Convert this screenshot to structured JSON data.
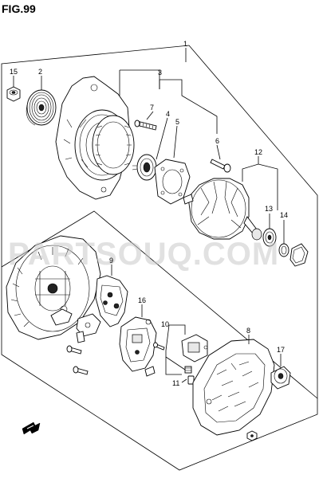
{
  "figure": {
    "title": "FIG.99",
    "watermark": "PARTSOUQ.COM"
  },
  "callouts": [
    {
      "id": "c1",
      "label": "1"
    },
    {
      "id": "c2",
      "label": "2"
    },
    {
      "id": "c3",
      "label": "3"
    },
    {
      "id": "c4",
      "label": "4"
    },
    {
      "id": "c5",
      "label": "5"
    },
    {
      "id": "c6",
      "label": "6"
    },
    {
      "id": "c7",
      "label": "7"
    },
    {
      "id": "c8",
      "label": "8"
    },
    {
      "id": "c9",
      "label": "9"
    },
    {
      "id": "c10",
      "label": "10"
    },
    {
      "id": "c11",
      "label": "11"
    },
    {
      "id": "c12",
      "label": "12"
    },
    {
      "id": "c13",
      "label": "13"
    },
    {
      "id": "c14",
      "label": "14"
    },
    {
      "id": "c15",
      "label": "15"
    },
    {
      "id": "c16",
      "label": "16"
    },
    {
      "id": "c17",
      "label": "17"
    }
  ]
}
